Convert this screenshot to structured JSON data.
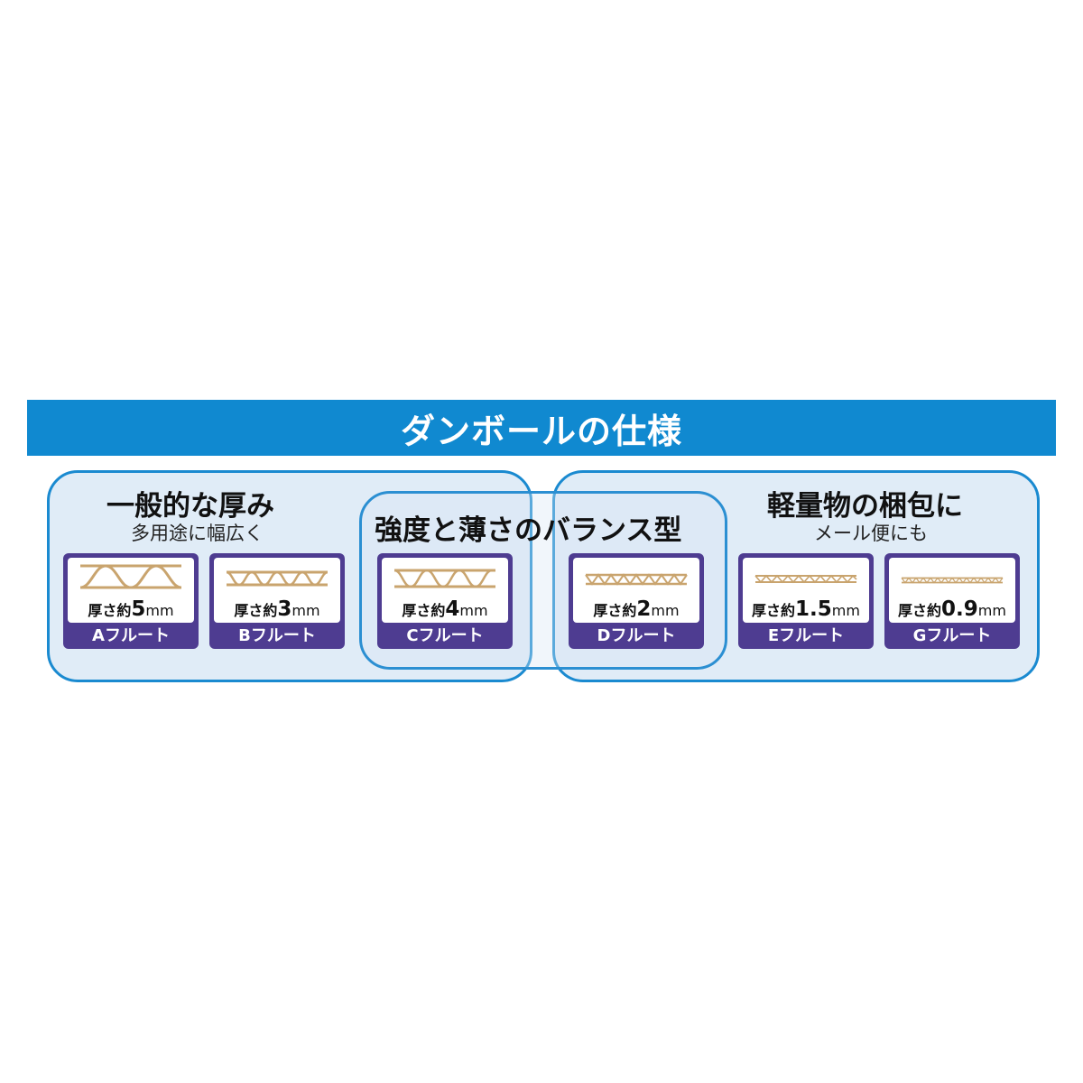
{
  "title": "ダンボールの仕様",
  "groups": {
    "general": {
      "heading": "一般的な厚み",
      "sub": "多用途に幅広く"
    },
    "balance": {
      "heading": "強度と薄さのバランス型"
    },
    "light": {
      "heading": "軽量物の梱包に",
      "sub": "メール便にも"
    }
  },
  "thickness_prefix": "厚さ約",
  "unit": "mm",
  "flutes": [
    {
      "name": "Aフルート",
      "thickness": "5"
    },
    {
      "name": "Bフルート",
      "thickness": "3"
    },
    {
      "name": "Cフルート",
      "thickness": "4"
    },
    {
      "name": "Dフルート",
      "thickness": "2"
    },
    {
      "name": "Eフルート",
      "thickness": "1.5"
    },
    {
      "name": "Gフルート",
      "thickness": "0.9"
    }
  ],
  "colors": {
    "title_bar": "#1089d0",
    "group_border": "#1a8ad0",
    "card": "#4e3c91",
    "flute": "#c9a46e"
  }
}
